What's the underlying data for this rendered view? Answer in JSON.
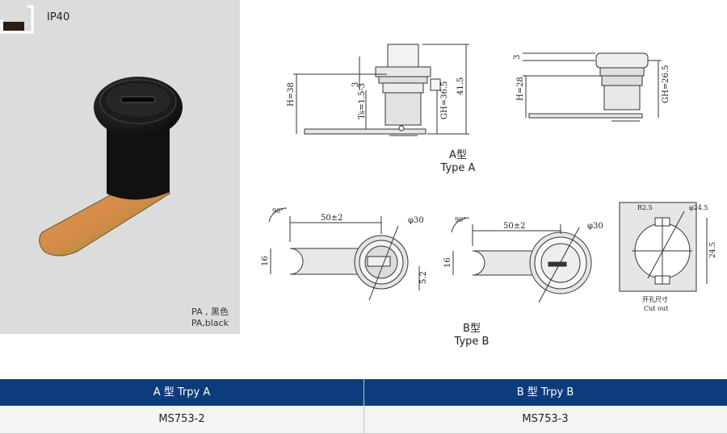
{
  "product": {
    "ip_rating": "IP40",
    "material_cn": "PA , 黑色",
    "material_en": "PA,black"
  },
  "type_a": {
    "caption_cn": "A型",
    "caption_en": "Type A",
    "dims": {
      "h": "H=38",
      "gh": "GH=36.5",
      "overall": "41.5",
      "ts": "Ts=1.5-3",
      "three": "3"
    },
    "dims_right": {
      "h": "H=28",
      "gh": "GH=26.5",
      "three": "3"
    }
  },
  "type_b": {
    "caption_cn": "B型",
    "caption_en": "Type B",
    "dims": {
      "length": "50±2",
      "dia": "φ30",
      "width": "16",
      "depth": "5.2",
      "angle": "90°"
    }
  },
  "cutout": {
    "r": "R2.5",
    "dia": "φ24.5",
    "height": "24.5",
    "label_cn": "开孔尺寸",
    "label_en": "Cut out"
  },
  "table": {
    "headers": [
      "A 型  Trpy A",
      "B 型  Trpy B"
    ],
    "rows": [
      [
        "MS753-2",
        "MS753-3"
      ]
    ]
  },
  "colors": {
    "header_bg": "#0c3c7b",
    "photo_bg": "#dcdcdc"
  }
}
